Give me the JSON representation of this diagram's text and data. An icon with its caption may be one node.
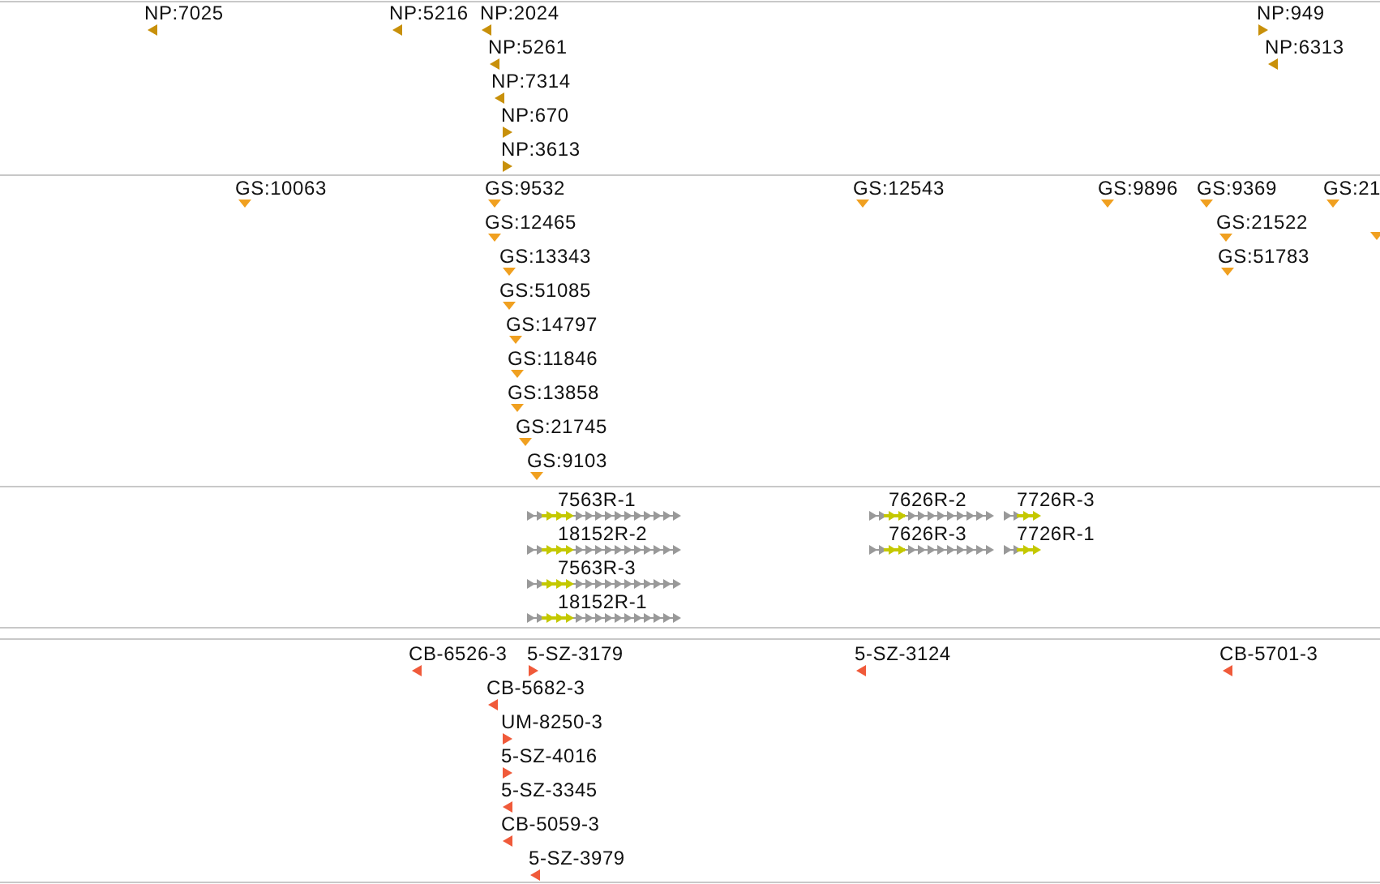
{
  "diagram": {
    "labels": [
      "NP:7025",
      "NP:5216",
      "NP:2024",
      "NP:5261",
      "NP:7314",
      "NP:670",
      "NP:3613",
      "NP:949",
      "NP:6313",
      "GS:10063",
      "GS:9532",
      "GS:12465",
      "GS:13343",
      "GS:51085",
      "GS:14797",
      "GS:11846",
      "GS:13858",
      "GS:21745",
      "GS:9103",
      "GS:12543",
      "GS:9896",
      "GS:9369",
      "GS:21522",
      "GS:51783",
      "GS:21",
      "7563R-1",
      "18152R-2",
      "7563R-3",
      "18152R-1",
      "7626R-2",
      "7626R-3",
      "7726R-3",
      "7726R-1",
      "CB-6526-3",
      "5-SZ-3179",
      "CB-5682-3",
      "UM-8250-3",
      "5-SZ-4016",
      "5-SZ-3345",
      "CB-5059-3",
      "5-SZ-3979",
      "5-SZ-3124",
      "CB-5701-3"
    ]
  }
}
